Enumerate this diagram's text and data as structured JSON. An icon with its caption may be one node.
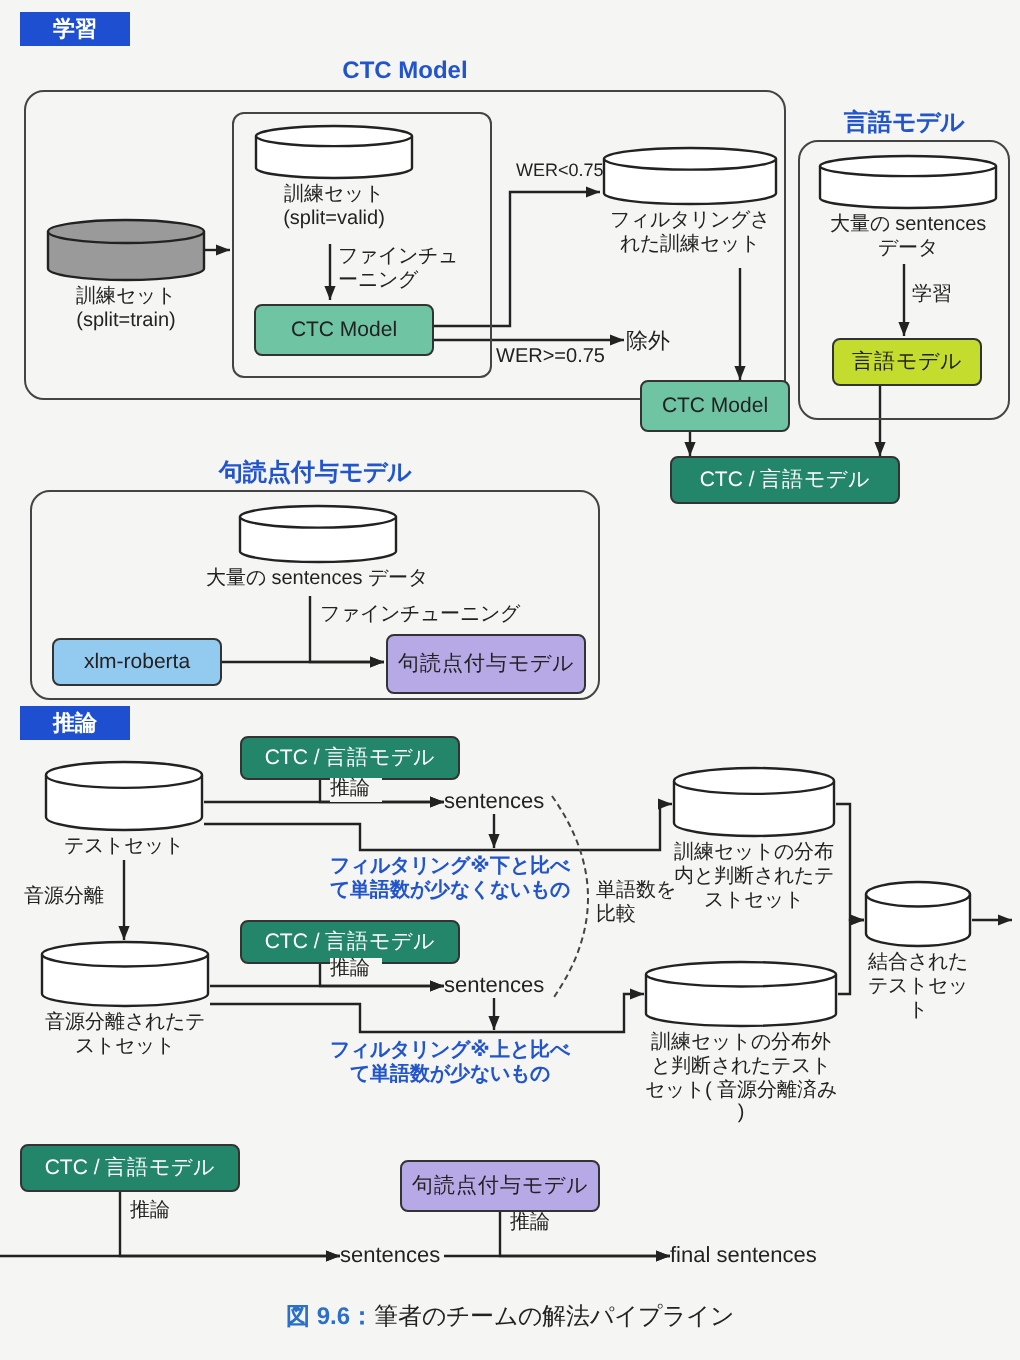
{
  "diagram": {
    "caption": "**図 9.6：**筆者のチームの解法パイプライン",
    "nodes": [
      {
        "text": [
          "学習"
        ]
      },
      {
        "text": [
          "CTC Model"
        ]
      },
      {
        "text": [],
        "shape": "box",
        "in": 1
      },
      {
        "text": [
          "訓練セット (split=valid)"
        ],
        "in": 2
      },
      {
        "text": [
          "CTC Model"
        ],
        "in": 2
      },
      {
        "text": [
          "訓練セット (split=train)"
        ],
        "in": 1
      },
      {
        "text": [
          "フィルタリングされた訓練セット"
        ],
        "in": 1
      },
      {
        "text": [
          "除外"
        ],
        "in": 1
      },
      {
        "text": [
          "CTC Model"
        ]
      },
      {
        "text": [
          "言語モデル"
        ]
      },
      {
        "text": [
          "大量の sentences データ"
        ],
        "in": 9
      },
      {
        "text": [
          "言語モデル"
        ],
        "in": 9
      },
      {
        "text": [
          "CTC / 言語モデル"
        ]
      },
      {
        "text": [
          "句読点付与モデル"
        ]
      },
      {
        "text": [
          "大量の sentences データ"
        ],
        "in": 13
      },
      {
        "text": [
          "xlm-roberta"
        ],
        "in": 13
      },
      {
        "text": [
          "句読点付与モデル"
        ],
        "in": 13
      },
      {
        "text": [
          "推論"
        ]
      },
      {
        "text": [
          "CTC / 言語モデル"
        ]
      },
      {
        "text": [
          "テストセット"
        ]
      },
      {
        "text": [
          "sentences"
        ]
      },
      {
        "text": [
          "CTC / 言語モデル"
        ]
      },
      {
        "text": [
          "音源分離されたテストセット"
        ]
      },
      {
        "text": [
          "sentences"
        ]
      },
      {
        "text": [
          "訓練セットの分布内と判断されたテストセット"
        ]
      },
      {
        "text": [
          "訓練セットの分布外と判断されたテストセット( 音源分離済み )"
        ]
      },
      {
        "text": [
          "結合されたテストセット"
        ]
      },
      {
        "text": [
          "CTC / 言語モデル"
        ]
      },
      {
        "text": [
          "sentences"
        ]
      },
      {
        "text": [
          "句読点付与モデル"
        ]
      },
      {
        "text": [
          "final sentences"
        ]
      }
    ],
    "edges": [
      {
        "from": 5,
        "to": 2,
        "arrow": "to"
      },
      {
        "from": 3,
        "to": 4,
        "arrow": "to",
        "label": "ファインチューニング"
      },
      {
        "from": 4,
        "to": 6,
        "arrow": "to",
        "label": "WER<0.75"
      },
      {
        "from": 4,
        "to": 7,
        "arrow": "to",
        "label": "WER>=0.75"
      },
      {
        "from": 6,
        "to": 8,
        "arrow": "to"
      },
      {
        "from": 8,
        "to": 12,
        "arrow": "to"
      },
      {
        "from": 11,
        "to": 12,
        "arrow": "to"
      },
      {
        "from": 10,
        "to": 11,
        "arrow": "to",
        "label": "学習"
      },
      {
        "from": 14,
        "to": 16,
        "arrow": "to",
        "label": "ファインチューニング"
      },
      {
        "from": 15,
        "to": 16,
        "arrow": "to"
      },
      {
        "from": 18,
        "to": 20,
        "arrow": "to",
        "label": "推論"
      },
      {
        "from": 19,
        "to": 20,
        "arrow": "to"
      },
      {
        "from": 19,
        "to": 24,
        "arrow": "to",
        "label": "フィルタリング※下と比べて単語数が少なくないもの"
      },
      {
        "from": 20,
        "to": null,
        "arrow": "to"
      },
      {
        "from": 19,
        "to": 22,
        "arrow": "to",
        "label": "音源分離"
      },
      {
        "from": 21,
        "to": 23,
        "arrow": "to",
        "label": "推論"
      },
      {
        "from": 22,
        "to": 23,
        "arrow": "to"
      },
      {
        "from": 22,
        "to": 25,
        "arrow": "to",
        "label": "フィルタリング※上と比べて単語数が少ないもの"
      },
      {
        "from": 23,
        "to": null,
        "arrow": "to"
      },
      {
        "from": 24,
        "to": 26,
        "arrow": "to"
      },
      {
        "from": 25,
        "to": 26,
        "arrow": "to"
      },
      {
        "from": 26,
        "to": null,
        "arrow": "to"
      },
      {
        "from": null,
        "to": 28,
        "arrow": "to"
      },
      {
        "from": 27,
        "to": 28,
        "arrow": "to",
        "label": "推論"
      },
      {
        "from": 28,
        "to": 30,
        "arrow": "to"
      },
      {
        "from": 29,
        "to": 30,
        "arrow": "to",
        "label": "推論"
      }
    ],
    "labels": [
      "単語数を比較"
    ]
  }
}
